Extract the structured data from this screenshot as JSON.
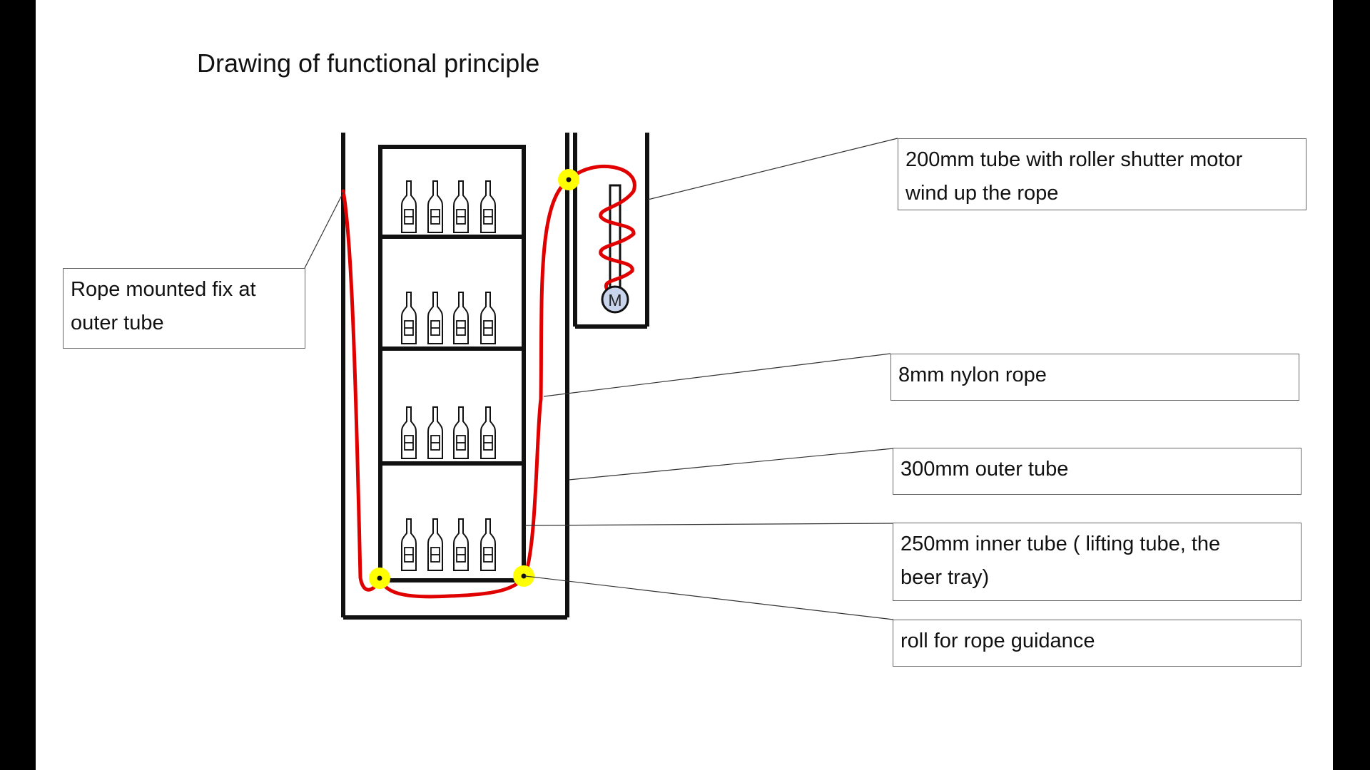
{
  "title": "Drawing of functional principle",
  "labels": {
    "rope_mounted": [
      "Rope mounted fix at",
      "outer tube"
    ],
    "tube_200": [
      " 200mm tube with roller shutter motor",
      "wind up the rope"
    ],
    "nylon_rope": "8mm nylon rope",
    "outer_tube": "300mm outer tube",
    "inner_tube": [
      " 250mm inner tube ( lifting tube, the",
      "beer tray)"
    ],
    "roll": "roll  for rope guidance"
  },
  "motor_symbol": "M",
  "colors": {
    "rope": "#e00000",
    "roll": "#ffff00",
    "motor_fill": "#c8d4ec",
    "structure": "#111111"
  }
}
